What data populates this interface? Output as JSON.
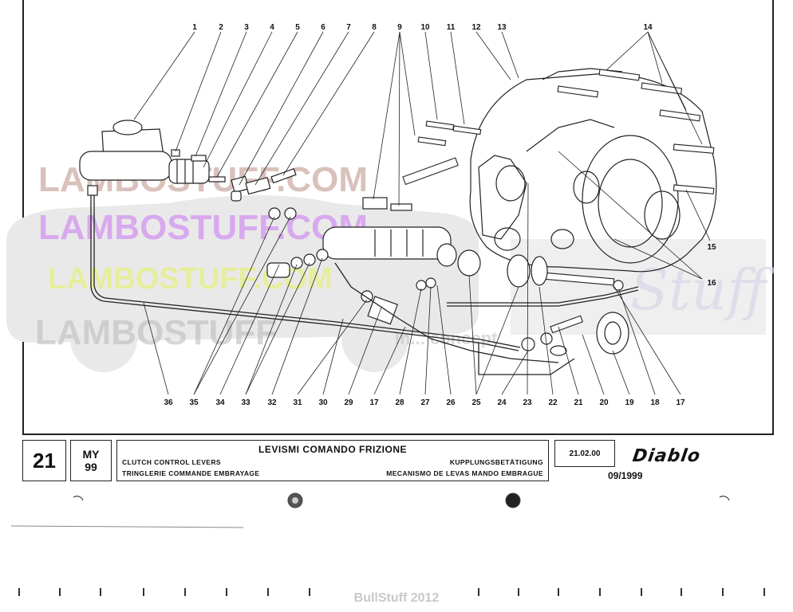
{
  "callouts": [
    {
      "n": "1"
    },
    {
      "n": "2"
    },
    {
      "n": "3"
    },
    {
      "n": "4"
    },
    {
      "n": "5"
    },
    {
      "n": "6"
    },
    {
      "n": "7"
    },
    {
      "n": "8"
    },
    {
      "n": "9"
    },
    {
      "n": "10"
    },
    {
      "n": "11"
    },
    {
      "n": "12"
    },
    {
      "n": "13"
    },
    {
      "n": "14"
    },
    {
      "n": "15"
    },
    {
      "n": "16"
    },
    {
      "n": "36"
    },
    {
      "n": "35"
    },
    {
      "n": "34"
    },
    {
      "n": "33"
    },
    {
      "n": "32"
    },
    {
      "n": "31"
    },
    {
      "n": "30"
    },
    {
      "n": "29"
    },
    {
      "n": "17"
    },
    {
      "n": "28"
    },
    {
      "n": "27"
    },
    {
      "n": "26"
    },
    {
      "n": "25"
    },
    {
      "n": "24"
    },
    {
      "n": "23"
    },
    {
      "n": "22"
    },
    {
      "n": "21"
    },
    {
      "n": "20"
    },
    {
      "n": "19"
    },
    {
      "n": "18"
    },
    {
      "n": "17"
    }
  ],
  "watermarks": {
    "line1": "LAMBOSTUFF.COM",
    "line2": "LAMBOSTUFF.COM",
    "line3": "LAMBOSTUFF.COM",
    "line4": "LAMBOSTUFF",
    "sub": "In... concept",
    "script": "Stuff"
  },
  "title_block": {
    "plate": "21",
    "my_line1": "MY",
    "my_line2": "99",
    "title_it": "LEVISMI COMANDO FRIZIONE",
    "title_en": "CLUTCH CONTROL LEVERS",
    "title_de": "KUPPLUNGSBETÄTIGUNG",
    "title_fr": "TRINGLERIE COMMANDE EMBRAYAGE",
    "title_es": "MECANISMO DE LEVAS MANDO EMBRAGUE",
    "code": "21.02.00",
    "model": "Diablo",
    "issue": "09/1999"
  },
  "credit": "BullStuff 2012",
  "colors": {
    "ink": "#111111",
    "watermark_brown": "#c9a8a0",
    "watermark_violet": "#d49af0",
    "watermark_yellow": "#e6f08a",
    "watermark_grey": "#bdbdbd"
  }
}
